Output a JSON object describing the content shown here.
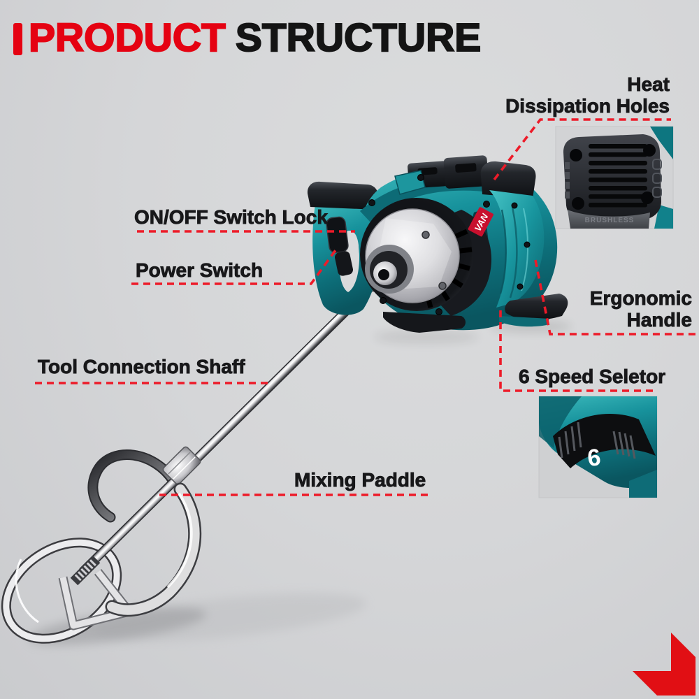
{
  "title": {
    "prefix": "PRODUCT",
    "suffix": "STRUCTURE"
  },
  "callouts": {
    "heat_dissipation": {
      "line1": "Heat",
      "line2": "Dissipation Holes"
    },
    "on_off_switch_lock": {
      "text": "ON/OFF Switch Lock"
    },
    "power_switch": {
      "text": "Power Switch"
    },
    "tool_connection_shaft": {
      "text": "Tool Connection Shaff"
    },
    "mixing_paddle": {
      "text": "Mixing Paddle"
    },
    "ergonomic_handle": {
      "line1": "Ergonomic",
      "line2": "Handle"
    },
    "speed_selector": {
      "text": "6 Speed Seletor"
    }
  },
  "product": {
    "brand_label": "VAN",
    "speed_dial_value": "6",
    "motor_vent_text": "BRUSHLESS"
  },
  "colors": {
    "title_red": "#E50212",
    "leader_red": "#ED1B29",
    "text_black": "#18181A",
    "body_teal": "#15828C",
    "background_gray": "#D5D6D8"
  }
}
